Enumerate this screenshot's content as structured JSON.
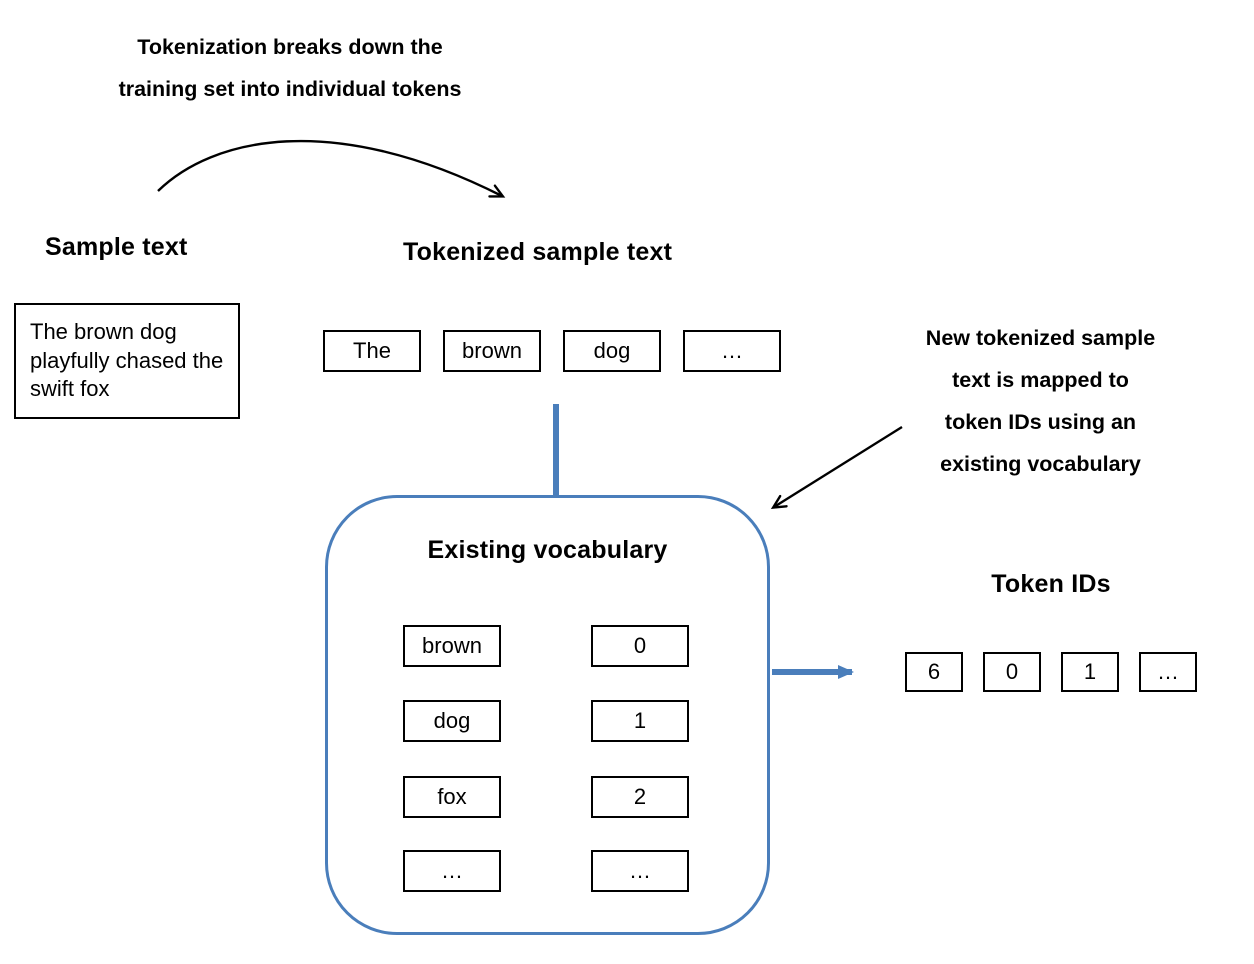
{
  "annotations": {
    "top": {
      "lines": [
        "Tokenization breaks down the",
        "training set into individual tokens"
      ]
    },
    "mapping": {
      "lines": [
        "New tokenized sample",
        "text is mapped to",
        "token IDs using an",
        "existing vocabulary"
      ]
    }
  },
  "sample_text": {
    "title": "Sample text",
    "content": "The brown dog playfully chased the swift fox"
  },
  "tokenized": {
    "title": "Tokenized sample text",
    "tokens": [
      "The",
      "brown",
      "dog",
      "…"
    ]
  },
  "vocabulary": {
    "title": "Existing vocabulary",
    "entries": [
      {
        "token": "brown",
        "id": "0"
      },
      {
        "token": "dog",
        "id": "1"
      },
      {
        "token": "fox",
        "id": "2"
      },
      {
        "token": "…",
        "id": "…"
      }
    ]
  },
  "token_ids": {
    "title": "Token IDs",
    "values": [
      "6",
      "0",
      "1",
      "…"
    ]
  },
  "graphics": {
    "icons": [
      "curved-arrow-icon",
      "mapping-annotation-arrow-icon",
      "vocab-connector-line",
      "vocab-row-arrow-icon",
      "vocab-output-arrow-icon"
    ],
    "colors": {
      "accent_blue": "#4a7ebb",
      "line_black": "#000000",
      "background": "#ffffff"
    }
  }
}
